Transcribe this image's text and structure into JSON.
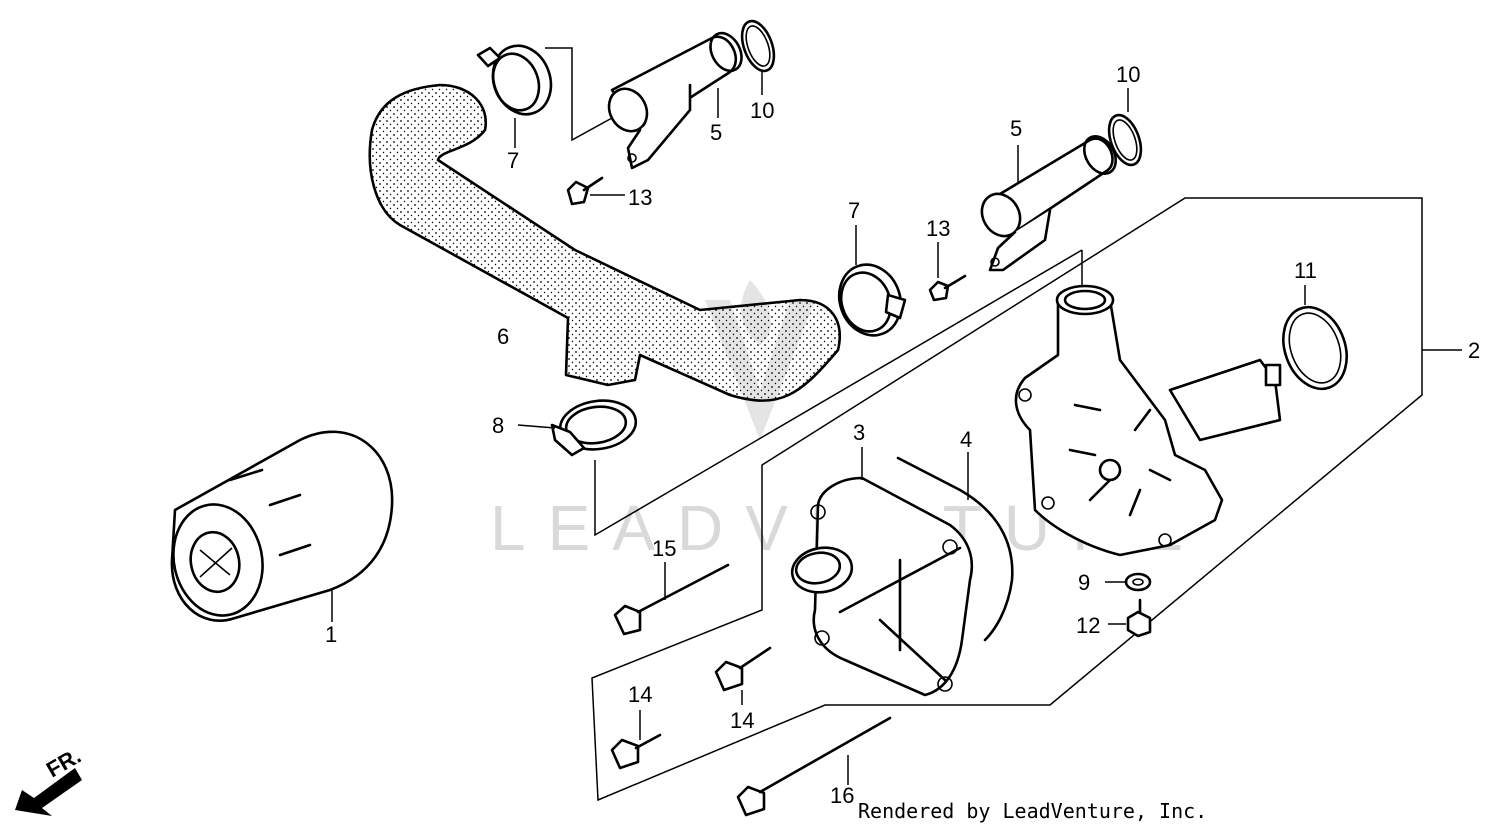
{
  "watermark": "LEADVENTURE",
  "credit": "Rendered by LeadVenture, Inc.",
  "direction_label": "FR.",
  "callouts": [
    {
      "label": "1"
    },
    {
      "label": "2"
    },
    {
      "label": "3"
    },
    {
      "label": "4"
    },
    {
      "label": "5"
    },
    {
      "label": "5"
    },
    {
      "label": "6"
    },
    {
      "label": "7"
    },
    {
      "label": "7"
    },
    {
      "label": "8"
    },
    {
      "label": "9"
    },
    {
      "label": "10"
    },
    {
      "label": "10"
    },
    {
      "label": "11"
    },
    {
      "label": "12"
    },
    {
      "label": "13"
    },
    {
      "label": "13"
    },
    {
      "label": "14"
    },
    {
      "label": "14"
    },
    {
      "label": "15"
    },
    {
      "label": "16"
    }
  ]
}
